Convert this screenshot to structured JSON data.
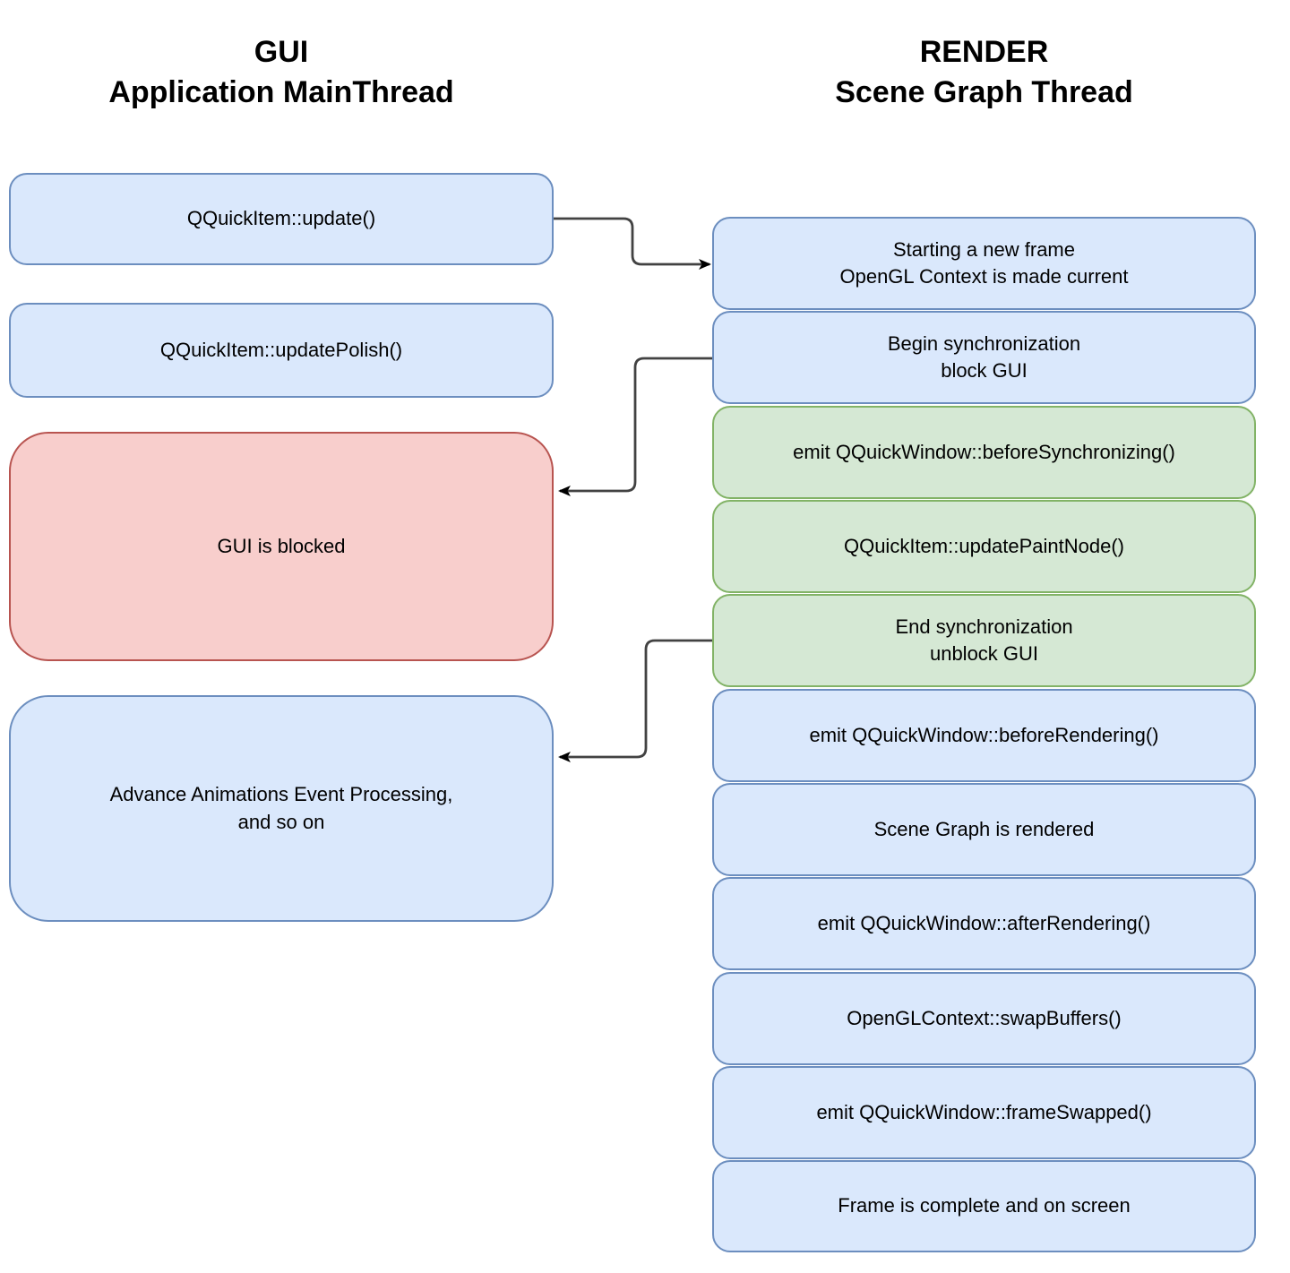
{
  "colors": {
    "node_blue_fill": "#dae8fc",
    "node_blue_border": "#6c8ebf",
    "node_green_fill": "#d5e8d4",
    "node_green_border": "#82b366",
    "node_red_fill": "#f8cecc",
    "node_red_border": "#b85450",
    "arrow_line": "#424242",
    "arrow_head": "#000000",
    "text": "#000000",
    "background": "#ffffff"
  },
  "gui_thread": {
    "title": "GUI\nApplication MainThread",
    "nodes": [
      {
        "id": "qquickitem-update",
        "label": "QQuickItem::update()",
        "color": "blue"
      },
      {
        "id": "qquickitem-updatepolish",
        "label": "QQuickItem::updatePolish()",
        "color": "blue"
      },
      {
        "id": "gui-is-blocked",
        "label": "GUI is blocked",
        "color": "red"
      },
      {
        "id": "advance-animations",
        "label": "Advance Animations Event Processing,\nand so on",
        "color": "blue"
      }
    ]
  },
  "render_thread": {
    "title": "RENDER\nScene Graph Thread",
    "nodes": [
      {
        "id": "starting-new-frame",
        "label": "Starting a new frame\nOpenGL Context is made current",
        "color": "blue"
      },
      {
        "id": "begin-synchronization",
        "label": "Begin synchronization\nblock GUI",
        "color": "blue"
      },
      {
        "id": "emit-beforesynchronizing",
        "label": "emit QQuickWindow::beforeSynchronizing()",
        "color": "green"
      },
      {
        "id": "qquickitem-updatepaintnode",
        "label": "QQuickItem::updatePaintNode()",
        "color": "green"
      },
      {
        "id": "end-synchronization",
        "label": "End synchronization\nunblock GUI",
        "color": "green"
      },
      {
        "id": "emit-beforerendering",
        "label": "emit QQuickWindow::beforeRendering()",
        "color": "blue"
      },
      {
        "id": "scene-graph-rendered",
        "label": "Scene Graph is rendered",
        "color": "blue"
      },
      {
        "id": "emit-afterrendering",
        "label": "emit QQuickWindow::afterRendering()",
        "color": "blue"
      },
      {
        "id": "openglcontext-swapbuffers",
        "label": "OpenGLContext::swapBuffers()",
        "color": "blue"
      },
      {
        "id": "emit-frameswapped",
        "label": "emit QQuickWindow::frameSwapped()",
        "color": "blue"
      },
      {
        "id": "frame-complete",
        "label": "Frame is complete and on screen",
        "color": "blue"
      }
    ]
  },
  "edges": [
    {
      "from": "qquickitem-update",
      "to": "starting-new-frame",
      "direction": "gui-to-render"
    },
    {
      "from": "begin-synchronization",
      "to": "gui-is-blocked",
      "direction": "render-to-gui"
    },
    {
      "from": "end-synchronization",
      "to": "advance-animations",
      "direction": "render-to-gui"
    }
  ]
}
